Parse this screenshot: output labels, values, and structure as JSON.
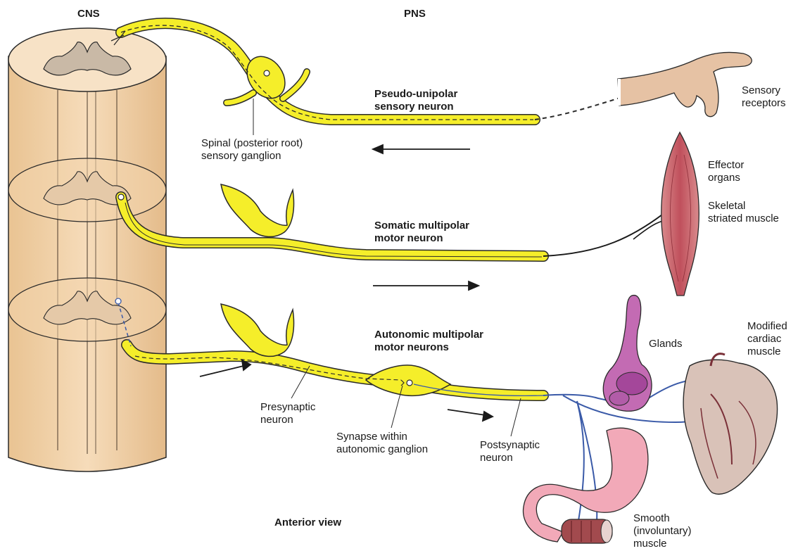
{
  "headers": {
    "cns": "CNS",
    "pns": "PNS"
  },
  "neurons": {
    "sensory": "Pseudo-unipolar\nsensory neuron",
    "somatic": "Somatic multipolar\nmotor neuron",
    "autonomic": "Autonomic multipolar\nmotor neurons"
  },
  "labels": {
    "ganglion": "Spinal (posterior root)\nsensory ganglion",
    "sensory_receptors": "Sensory\nreceptors",
    "effector_organs": "Effector\norgans",
    "skeletal_muscle": "Skeletal\nstriated muscle",
    "glands": "Glands",
    "cardiac": "Modified\ncardiac\nmuscle",
    "presynaptic": "Presynaptic\nneuron",
    "synapse": "Synapse within\nautonomic ganglion",
    "postsynaptic": "Postsynaptic\nneuron",
    "smooth": "Smooth\n(involuntary)\nmuscle",
    "view": "Anterior view"
  },
  "colors": {
    "neuron_yellow": "#f5ee2a",
    "cord_tan": "#f3d7b0",
    "grey_matter": "#cdbfae",
    "nerve_blue": "#3a5aa8",
    "muscle_red": "#c7606a",
    "gland_purple": "#b85ca8",
    "stomach_pink": "#f2a9b8"
  }
}
